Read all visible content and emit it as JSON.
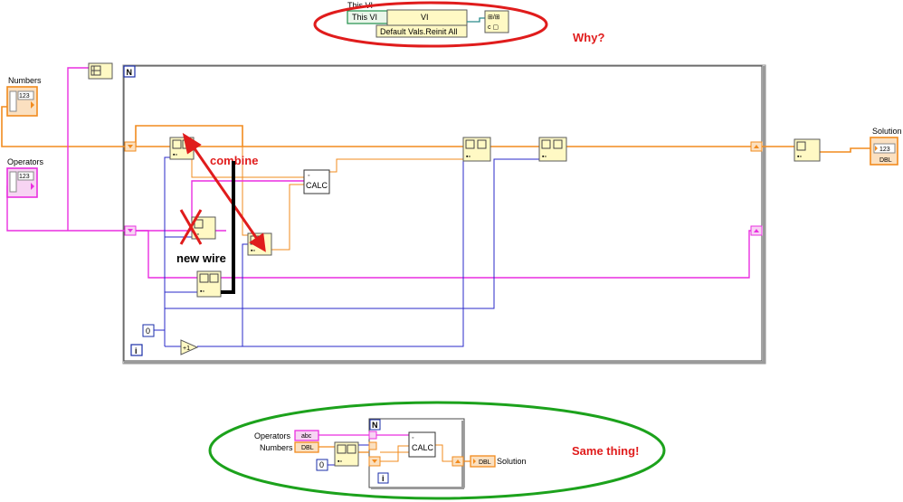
{
  "title_top": "This VI",
  "property_node": {
    "reference_label": "This VI",
    "class_label": "VI",
    "method_label": "Default Vals.Reinit All"
  },
  "inputs": {
    "numbers_label": "Numbers",
    "operators_label": "Operators",
    "numeric_value": "123"
  },
  "output": {
    "label": "Solution",
    "value": "123",
    "type_tag": "DBL"
  },
  "loop": {
    "count_terminal": "N",
    "iteration_terminal": "i",
    "init_constant": "0"
  },
  "subvi_label": "CALC",
  "annotations": {
    "why": "Why?",
    "combine": "combine",
    "new_wire": "new wire",
    "same_thing": "Same thing!"
  },
  "simplified": {
    "operators_label": "Operators",
    "operators_tag": "abc",
    "numbers_label": "Numbers",
    "numbers_tag": "DBL",
    "count_terminal": "N",
    "iteration_terminal": "i",
    "init_constant": "0",
    "subvi_label": "CALC",
    "solution_label": "Solution",
    "solution_tag": "DBL"
  },
  "colors": {
    "orange_wire": "#f28b1e",
    "pink_wire": "#ea2fe0",
    "blue_wire": "#2828c8",
    "red_annotation": "#e01c1c",
    "green_annotation": "#1ca21c",
    "loop_frame": "#8c8c8c"
  }
}
